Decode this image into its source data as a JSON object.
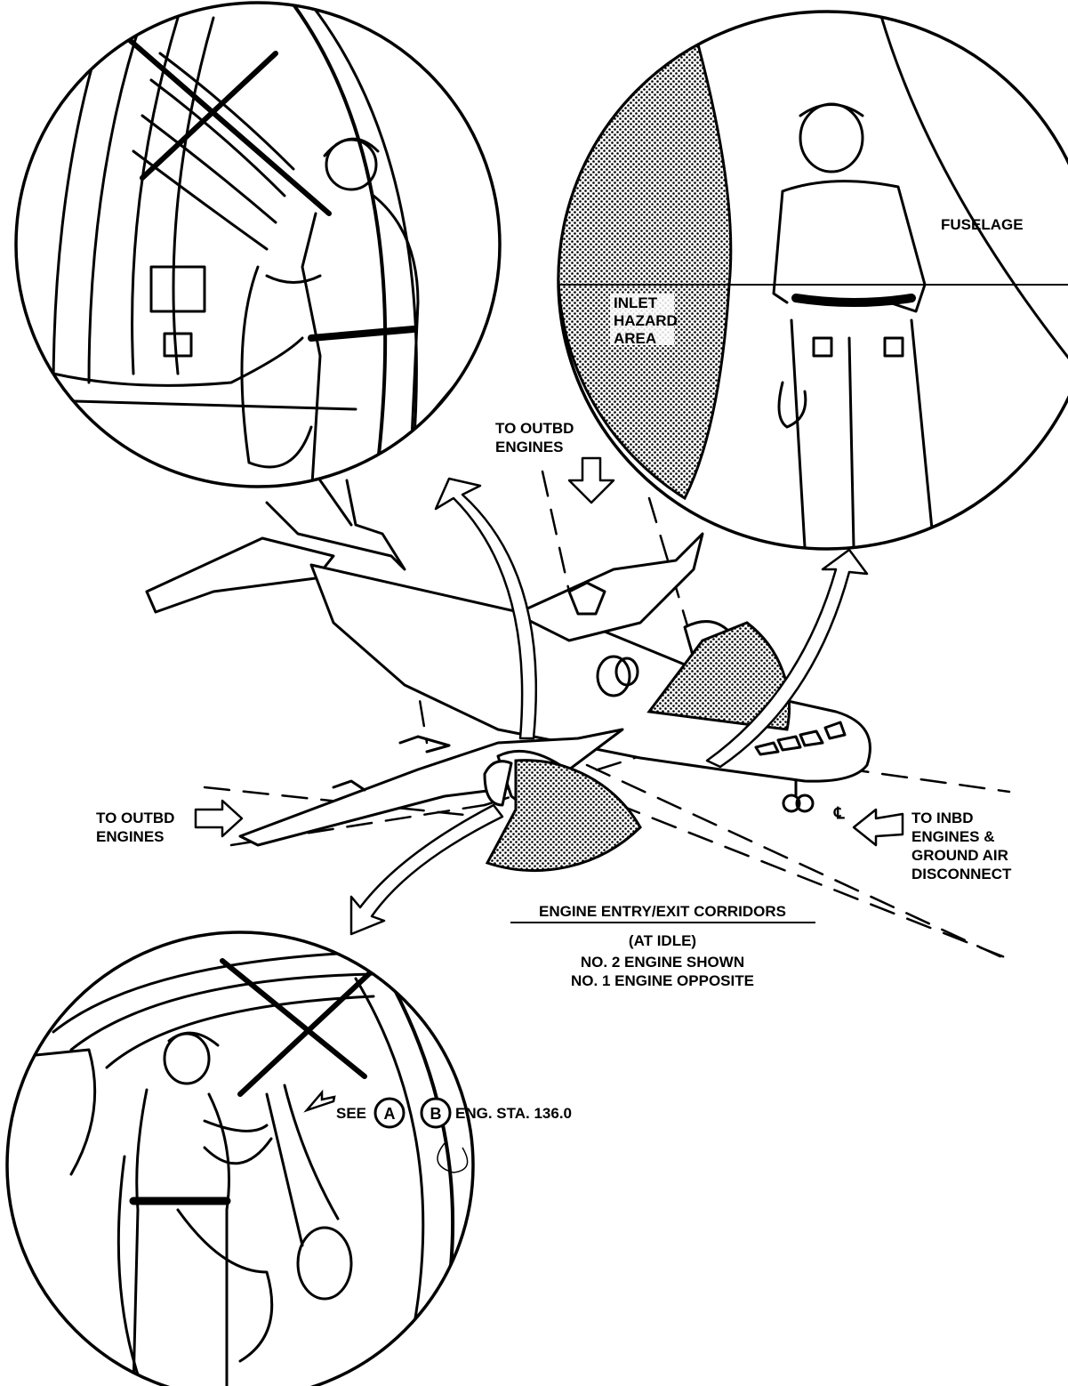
{
  "labels": {
    "fuselage": "FUSELAGE",
    "inlet_hazard_line1": "INLET",
    "inlet_hazard_line2": "HAZARD",
    "inlet_hazard_line3": "AREA",
    "to_outbd_top_line1": "TO OUTBD",
    "to_outbd_top_line2": "ENGINES",
    "to_outbd_left_line1": "TO OUTBD",
    "to_outbd_left_line2": "ENGINES",
    "to_inbd_line1": "TO INBD",
    "to_inbd_line2": "ENGINES &",
    "to_inbd_line3": "GROUND AIR",
    "to_inbd_line4": "DISCONNECT",
    "centerline_symbol": "℄",
    "see": "SEE",
    "callout_a": "A",
    "callout_b": "B",
    "eng_sta": "ENG. STA. 136.0"
  },
  "caption": {
    "title": "ENGINE ENTRY/EXIT CORRIDORS",
    "line1": "(AT IDLE)",
    "line2": "NO. 2 ENGINE SHOWN",
    "line3": "NO. 1 ENGINE OPPOSITE"
  },
  "colors": {
    "ink": "#000000",
    "paper": "#ffffff"
  }
}
